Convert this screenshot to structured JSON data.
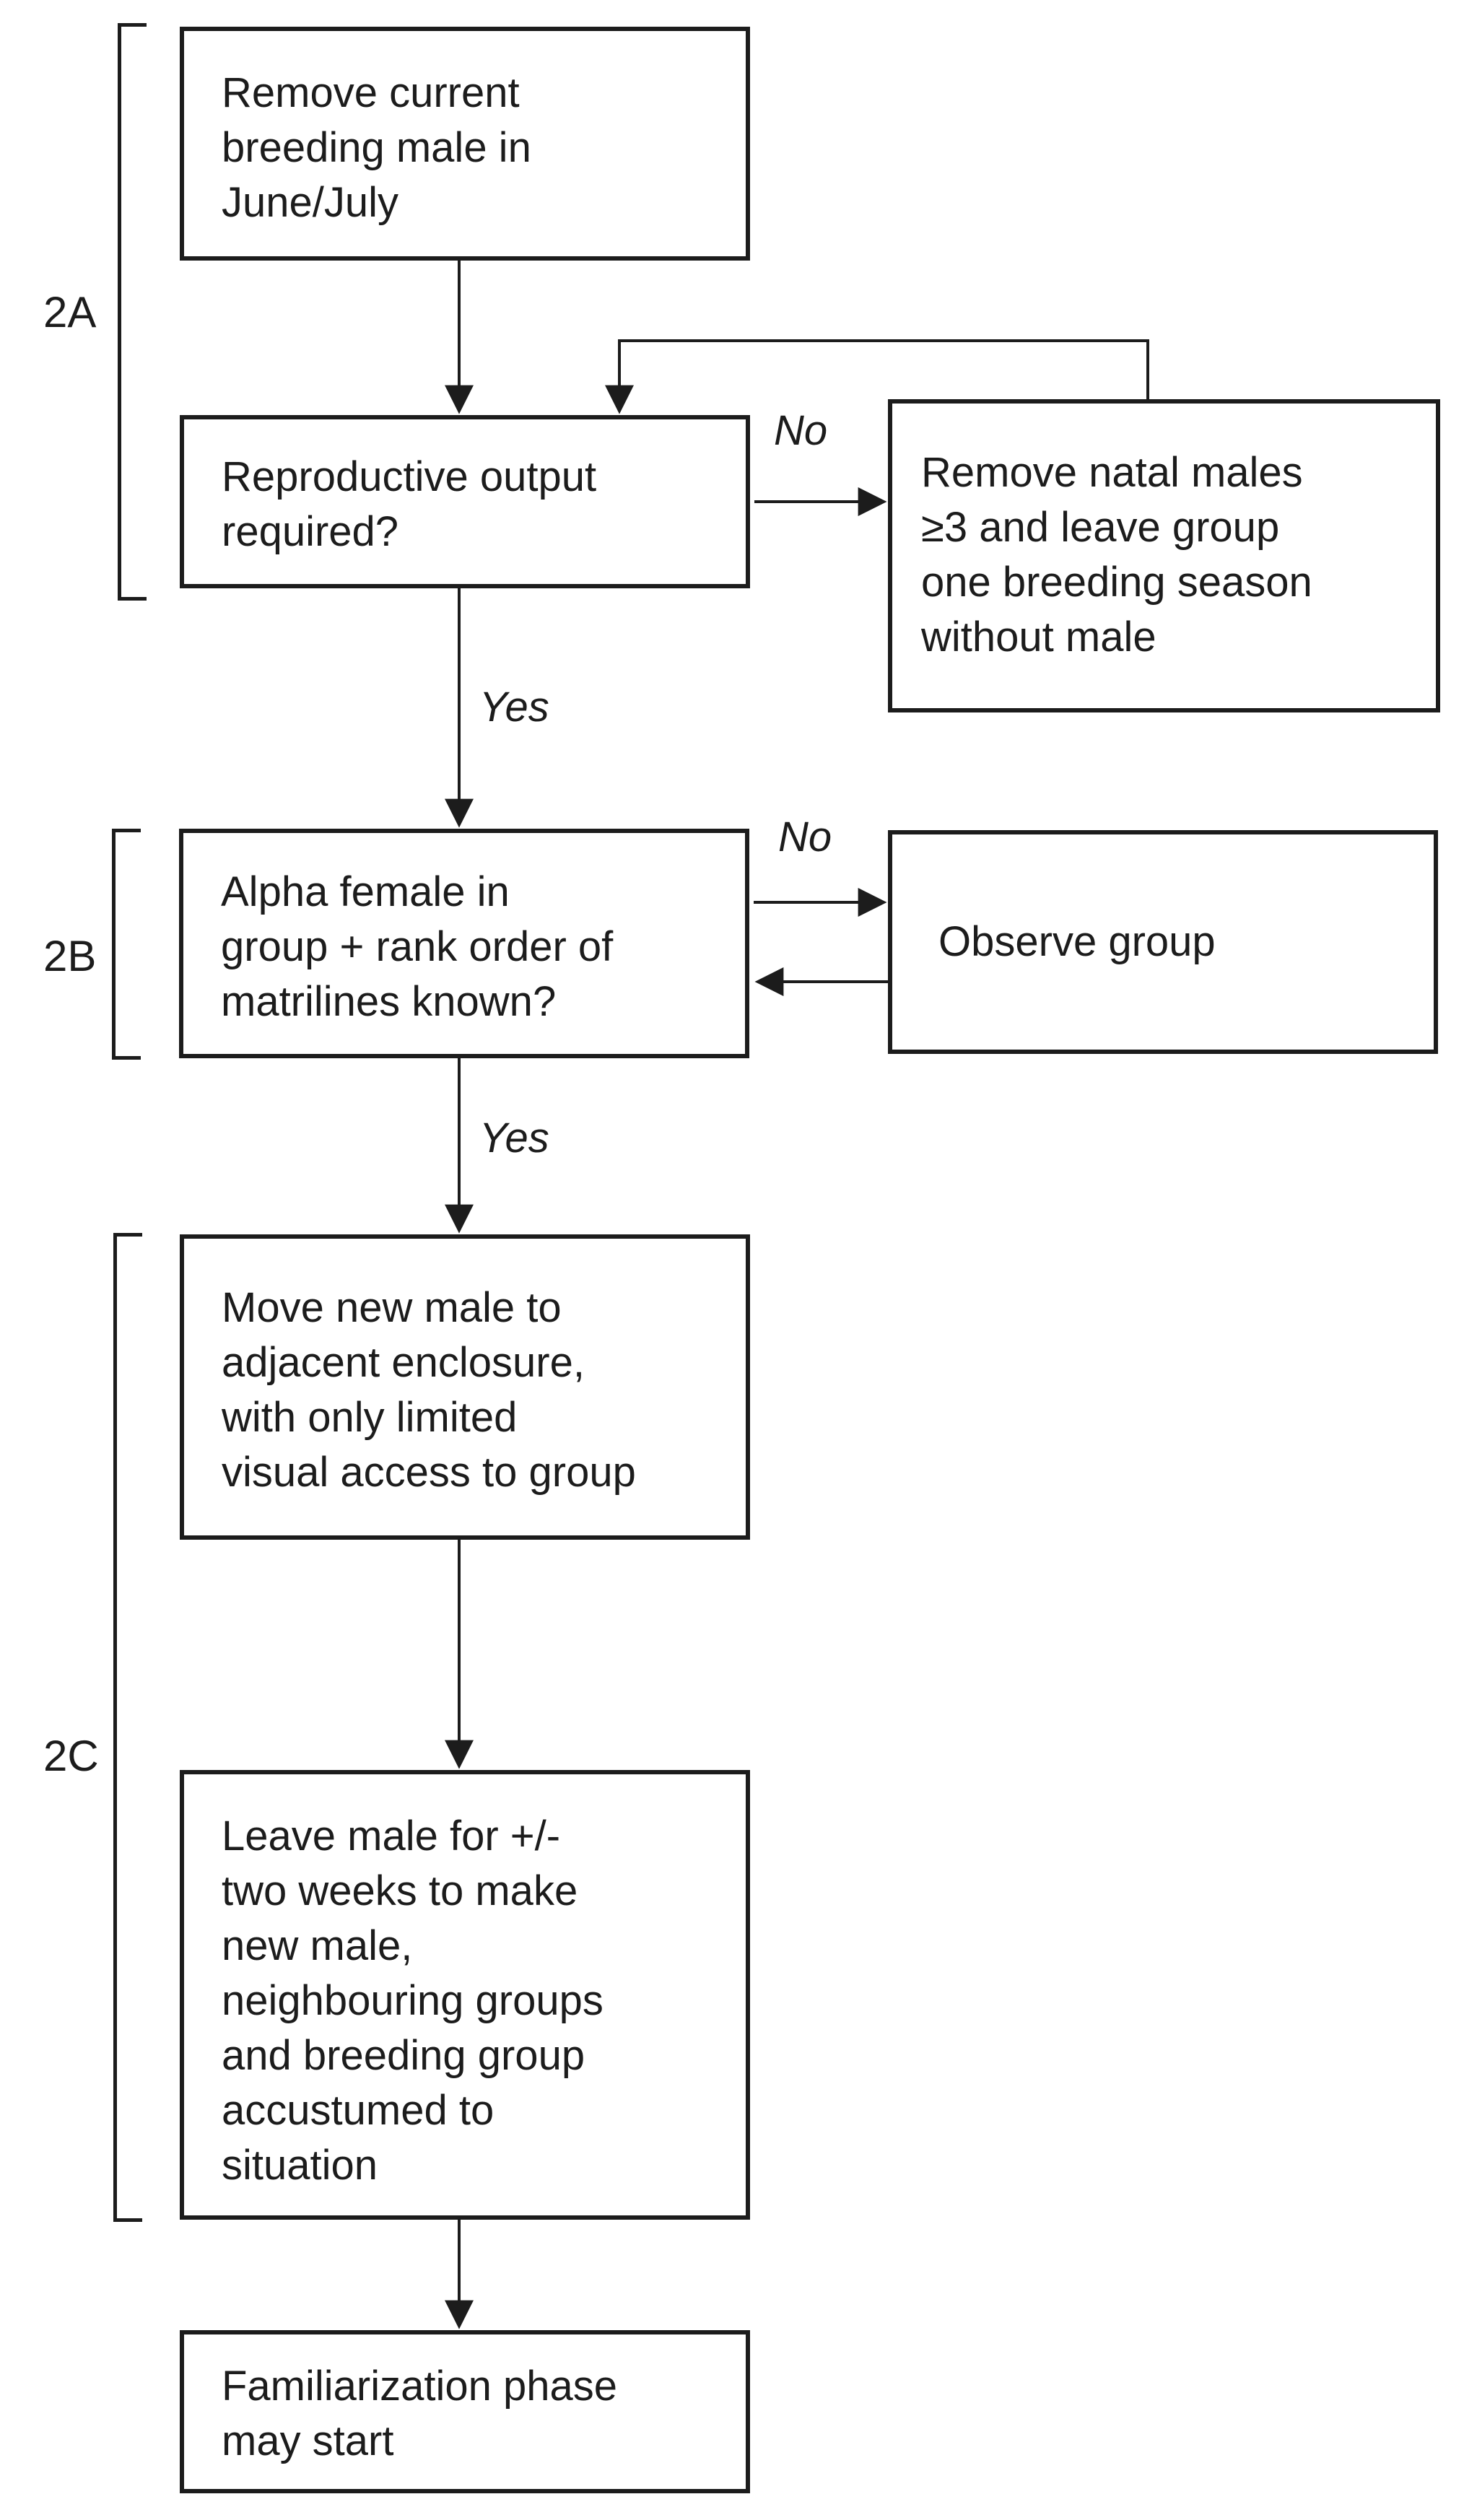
{
  "sections": {
    "a": {
      "label": "2A"
    },
    "b": {
      "label": "2B"
    },
    "c": {
      "label": "2C"
    }
  },
  "boxes": {
    "remove_current_male": {
      "text": "Remove current\nbreeding male in\nJune/July"
    },
    "reproductive_output": {
      "text": "Reproductive output\nrequired?"
    },
    "remove_natal_males": {
      "text": "Remove natal males\n≥3 and leave group\none breeding season\nwithout male"
    },
    "alpha_female_known": {
      "text": "Alpha female in\ngroup + rank order of\nmatrilines known?"
    },
    "observe_group": {
      "text": "Observe group"
    },
    "move_new_male": {
      "text": "Move new male to\nadjacent enclosure,\nwith only limited\nvisual access to group"
    },
    "leave_male": {
      "text": "Leave male for +/-\ntwo weeks to make\nnew male,\nneighbouring groups\nand breeding group\naccustumed to\nsituation"
    },
    "familiarization": {
      "text": "Familiarization phase\nmay start"
    }
  },
  "edge_labels": {
    "no_reproductive": "No",
    "yes_reproductive": "Yes",
    "no_alpha": "No",
    "yes_alpha": "Yes"
  },
  "colors": {
    "line": "#1c1c1c",
    "background": "#ffffff"
  }
}
